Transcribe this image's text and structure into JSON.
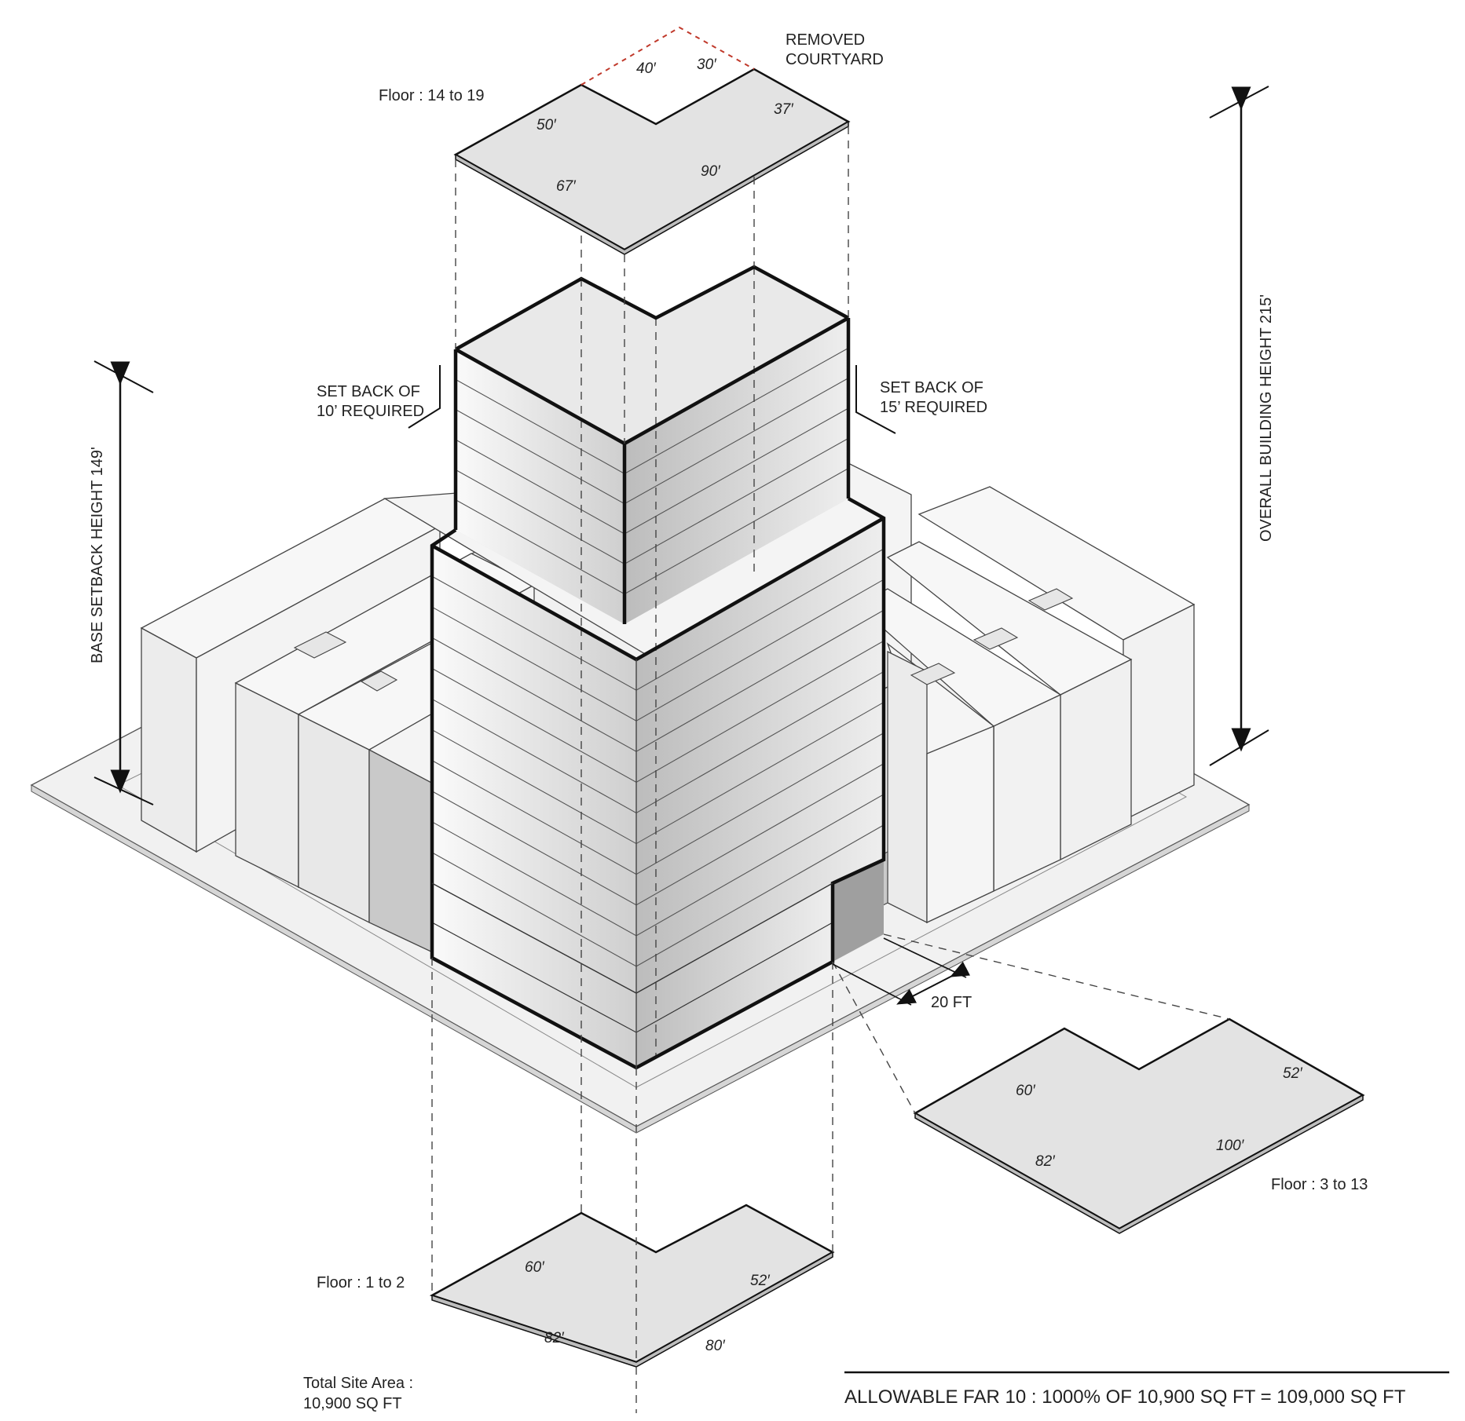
{
  "labels": {
    "removed_courtyard_1": "REMOVED",
    "removed_courtyard_2": "COURTYARD",
    "floor_top": "Floor : 14 to 19",
    "floor_mid": "Floor : 3 to 13",
    "floor_base": "Floor : 1 to 2",
    "setback_left_1": "SET BACK OF",
    "setback_left_2": "10’ REQUIRED",
    "setback_right_1": "SET BACK OF",
    "setback_right_2": "15’ REQUIRED",
    "base_height": "BASE SETBACK HEIGHT 149'",
    "overall_height": "OVERALL BUILDING HEIGHT 215'",
    "frontage": "20 FT",
    "site_area_1": "Total Site Area :",
    "site_area_2": "10,900 SQ FT",
    "far": "ALLOWABLE FAR 10 : 1000% OF 10,900 SQ FT = 109,000 SQ FT"
  },
  "dims_top": {
    "a": "40′",
    "b": "30′",
    "c": "50′",
    "d": "37′",
    "e": "67′",
    "f": "90′"
  },
  "dims_mid": {
    "a": "60′",
    "b": "52′",
    "c": "82′",
    "d": "100′"
  },
  "dims_base": {
    "a": "60′",
    "b": "52′",
    "c": "82′",
    "d": "80′"
  },
  "colors": {
    "line": "#111111",
    "plate_fill": "#e3e3e3",
    "neighbor_fill": "#f4f4f4",
    "tower_light": "#f2f2f2",
    "tower_dark": "#bdbdbd",
    "courtyard_dash": "#c0392b"
  }
}
